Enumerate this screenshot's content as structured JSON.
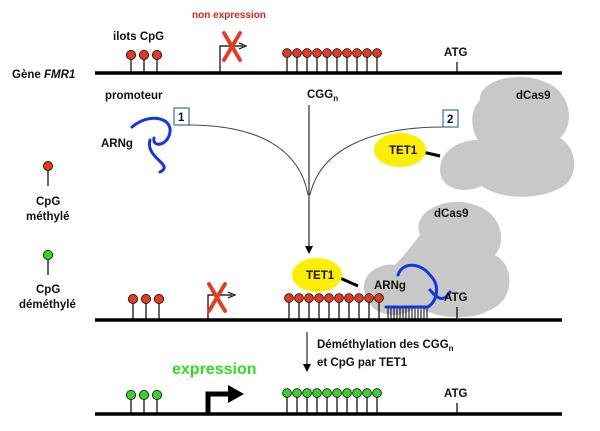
{
  "labels": {
    "ilots_cpg": "ilots CpG",
    "non_expression": "non expression",
    "gene_prefix": "Gène ",
    "gene_name": "FMR1",
    "promoteur": "promoteur",
    "cgg_base": "CGG",
    "cgg_sub": "n",
    "atg": "ATG",
    "dcas9": "dCas9",
    "arng": "ARNg",
    "tet1": "TET1",
    "step_1": "1",
    "step_2": "2",
    "cpg_methyle_1": "CpG",
    "cpg_methyle_2": "méthylé",
    "cpg_demethyle_1": "CpG",
    "cpg_demethyle_2": "déméthylé",
    "demethylation_line1": "Déméthylation des CGG",
    "demethylation_sub": "n",
    "demethylation_line2": "et CpG par TET1",
    "expression": "expression"
  },
  "colors": {
    "methylated": "#e53a1f",
    "demethylated": "#3ad12a",
    "tet1": "#ffee00",
    "dcas9": "#c8c8c8",
    "arng": "#1436e0",
    "cross": "#e53a1f",
    "expression_text": "#33dd22"
  },
  "icons": {
    "repression_cross": "red-x-icon",
    "promoter_arrow": "bent-arrow-icon"
  }
}
